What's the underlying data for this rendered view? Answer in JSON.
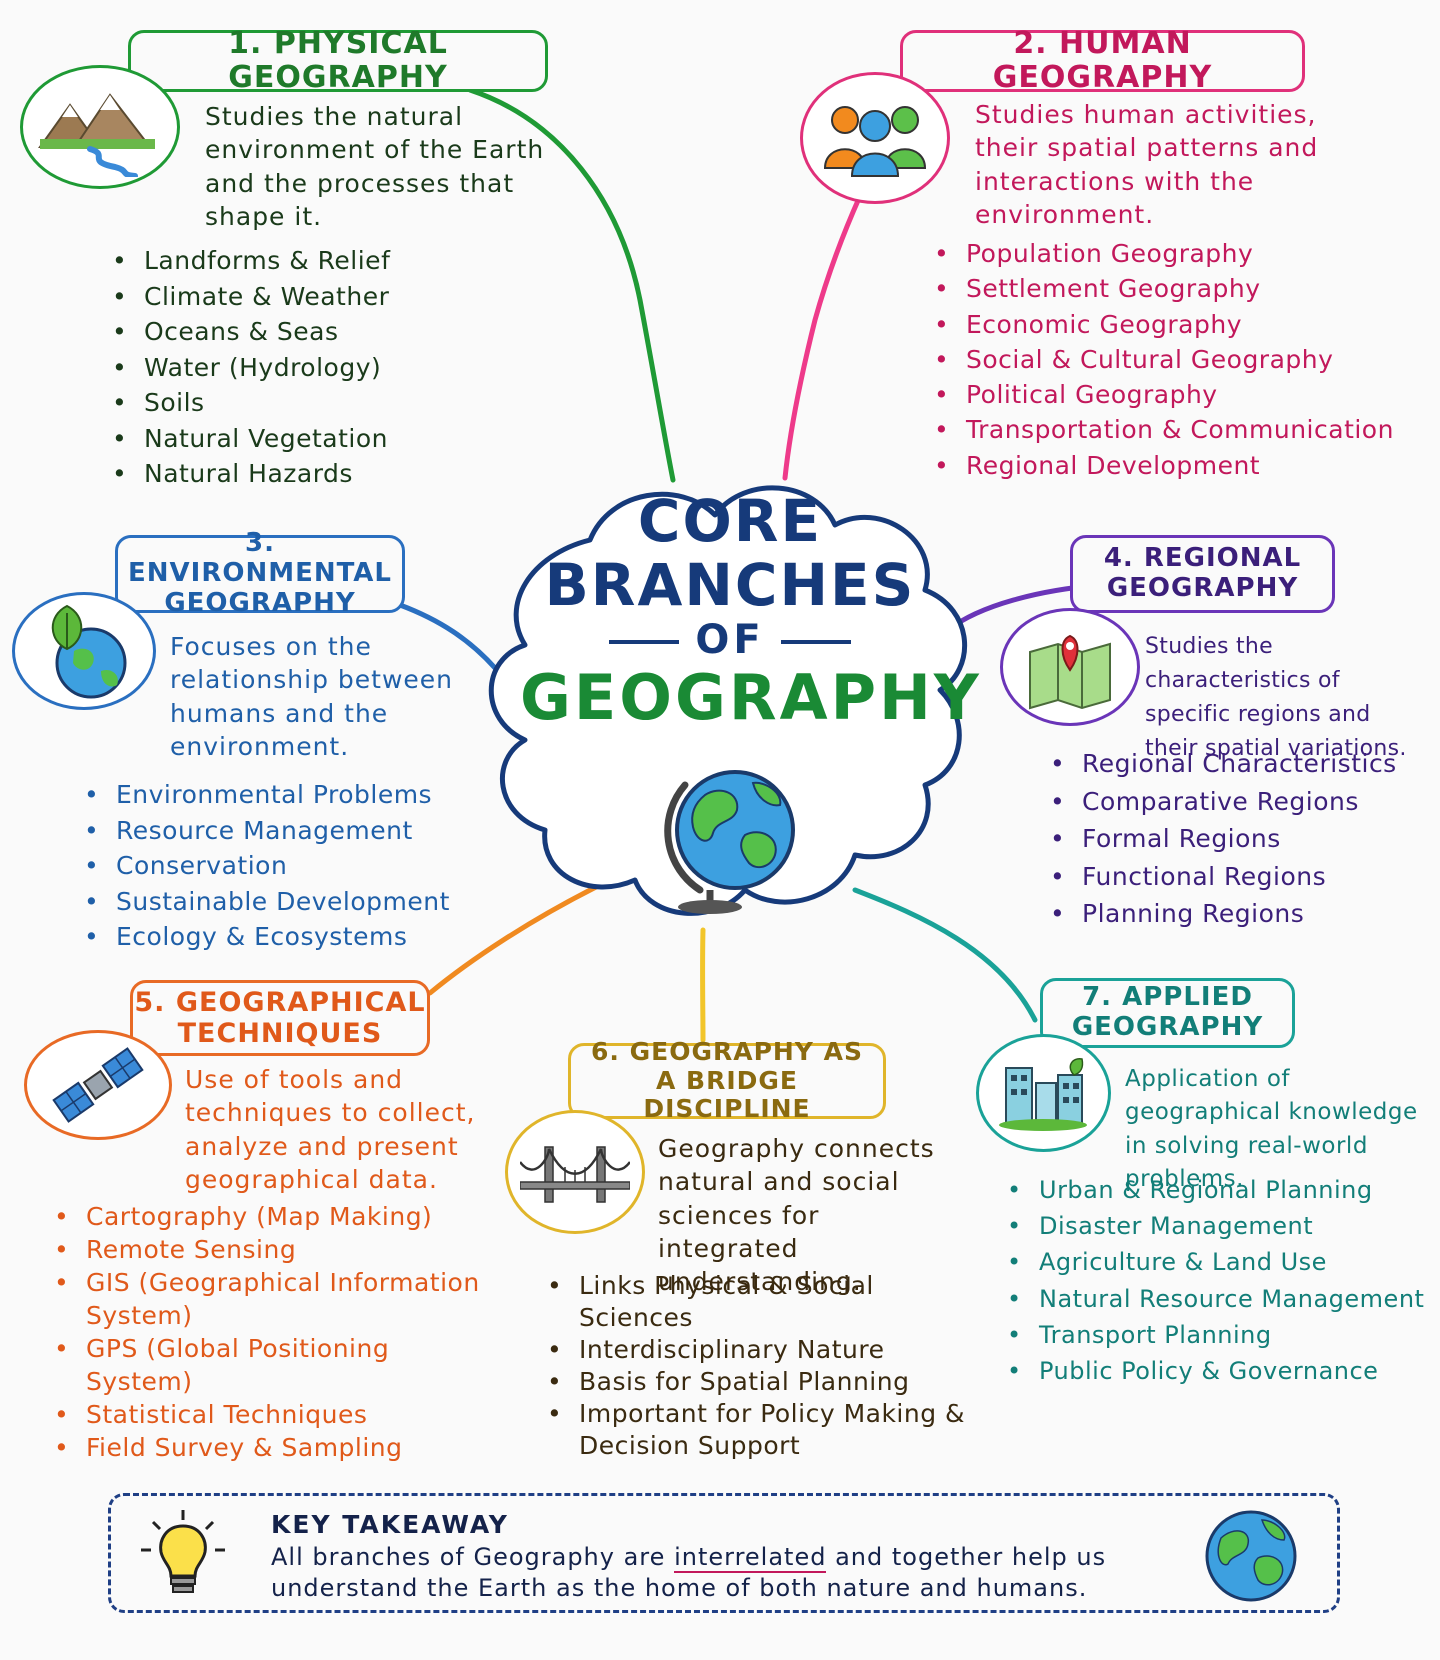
{
  "center": {
    "line1": "CORE",
    "line2": "BRANCHES",
    "line3": "OF",
    "line4": "GEOGRAPHY",
    "icon": "globe-icon"
  },
  "branches": [
    {
      "id": "physical",
      "title": "1. PHYSICAL GEOGRAPHY",
      "icon": "mountain-river-icon",
      "description": "Studies the natural environment of the Earth and the processes that shape it.",
      "items": [
        "Landforms & Relief",
        "Climate & Weather",
        "Oceans & Seas",
        "Water (Hydrology)",
        "Soils",
        "Natural Vegetation",
        "Natural Hazards"
      ],
      "color": "#1f9a35"
    },
    {
      "id": "human",
      "title": "2. HUMAN GEOGRAPHY",
      "icon": "people-icon",
      "description": "Studies human activities, their spatial patterns and interactions with the environment.",
      "items": [
        "Population Geography",
        "Settlement Geography",
        "Economic Geography",
        "Social & Cultural Geography",
        "Political Geography",
        "Transportation & Communication",
        "Regional Development"
      ],
      "color": "#e0307a"
    },
    {
      "id": "environmental",
      "title_line1": "3. ENVIRONMENTAL",
      "title_line2": "GEOGRAPHY",
      "icon": "leaf-globe-icon",
      "description": "Focuses on the relationship between humans and the environment.",
      "items": [
        "Environmental Problems",
        "Resource Management",
        "Conservation",
        "Sustainable Development",
        "Ecology & Ecosystems"
      ],
      "color": "#2a6fc0"
    },
    {
      "id": "regional",
      "title_line1": "4. REGIONAL",
      "title_line2": "GEOGRAPHY",
      "icon": "map-pin-icon",
      "description": "Studies the characteristics of specific regions and their spatial variations.",
      "items": [
        "Regional Characteristics",
        "Comparative Regions",
        "Formal Regions",
        "Functional Regions",
        "Planning Regions"
      ],
      "color": "#6a35b8"
    },
    {
      "id": "techniques",
      "title_line1": "5. GEOGRAPHICAL",
      "title_line2": "TECHNIQUES",
      "icon": "satellite-icon",
      "description": "Use of tools and techniques to collect, analyze and present geographical data.",
      "items": [
        "Cartography (Map Making)",
        "Remote Sensing",
        "GIS (Geographical Information System)",
        "GPS (Global Positioning System)",
        "Statistical Techniques",
        "Field Survey & Sampling"
      ],
      "color": "#e86a25"
    },
    {
      "id": "bridge",
      "title_line1": "6. GEOGRAPHY AS",
      "title_line2": "A BRIDGE DISCIPLINE",
      "icon": "bridge-icon",
      "description": "Geography connects natural and social sciences for integrated understanding.",
      "items": [
        "Links Physical & Social Sciences",
        "Interdisciplinary Nature",
        "Basis for Spatial Planning",
        "Important for Policy Making & Decision Support"
      ],
      "color": "#e0b52a"
    },
    {
      "id": "applied",
      "title_line1": "7. APPLIED",
      "title_line2": "GEOGRAPHY",
      "icon": "city-icon",
      "description": "Application of geographical knowledge in solving real-world problems.",
      "items": [
        "Urban & Regional Planning",
        "Disaster Management",
        "Agriculture & Land Use",
        "Natural Resource Management",
        "Transport Planning",
        "Public Policy & Governance"
      ],
      "color": "#1aa298"
    }
  ],
  "takeaway": {
    "title": "KEY TAKEAWAY",
    "text_before": "All branches of Geography are",
    "text_emphasis": "interrelated",
    "text_after": "and together help us understand the Earth as the home of both nature and humans.",
    "icons": [
      "lightbulb-icon",
      "earth-icon"
    ]
  }
}
